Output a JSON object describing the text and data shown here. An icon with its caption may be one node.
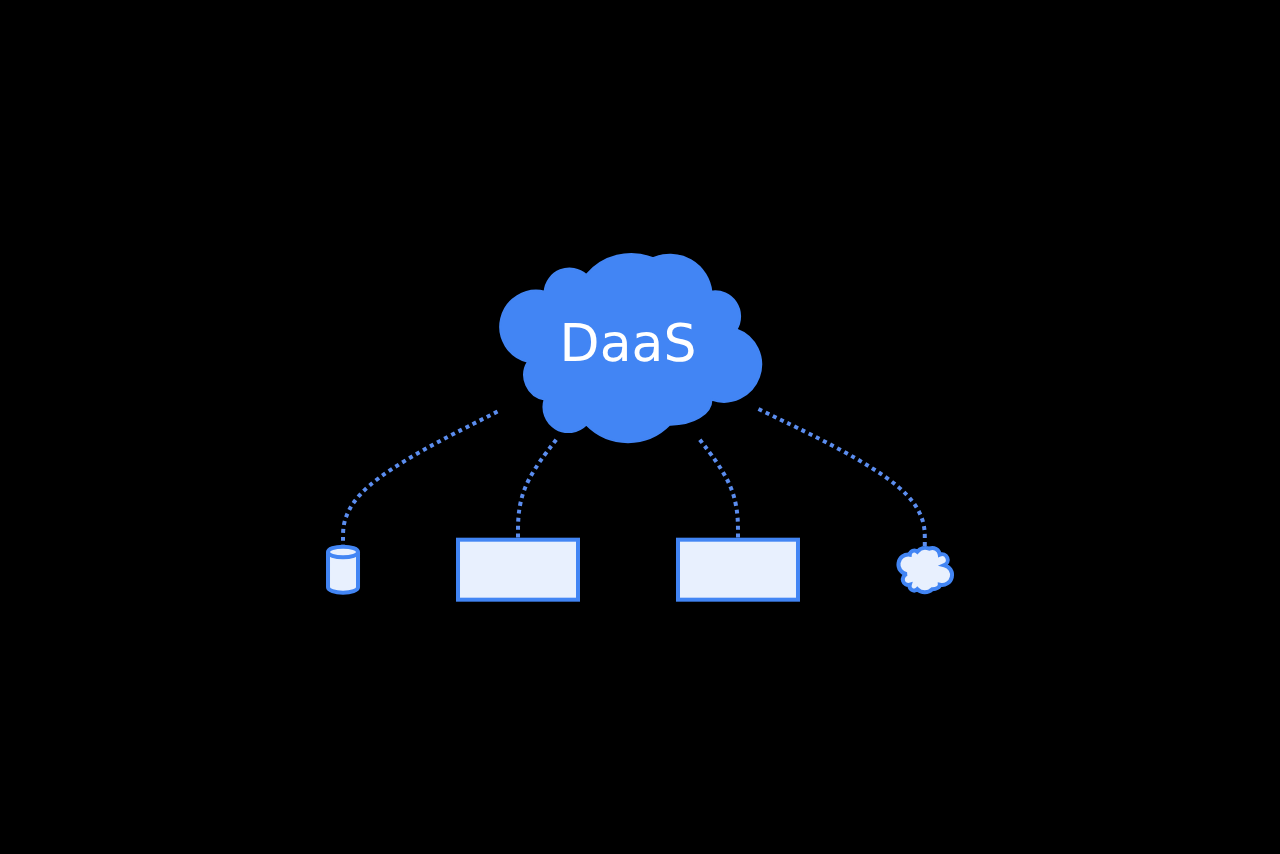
{
  "diagram": {
    "nodes": [
      {
        "text": [
          "DaaS"
        ]
      },
      {
        "text": [],
        "shape": "cylinder"
      },
      {
        "text": [],
        "shape": "box"
      },
      {
        "text": [],
        "shape": "box"
      },
      {
        "text": [],
        "shape": "cloud"
      }
    ],
    "edges": [
      {
        "from": 0,
        "to": 1,
        "arrow": "none",
        "style": "dashed"
      },
      {
        "from": 0,
        "to": 2,
        "arrow": "none",
        "style": "dashed"
      },
      {
        "from": 0,
        "to": 3,
        "arrow": "none",
        "style": "dashed"
      },
      {
        "from": 0,
        "to": 4,
        "arrow": "none",
        "style": "dashed"
      }
    ]
  }
}
